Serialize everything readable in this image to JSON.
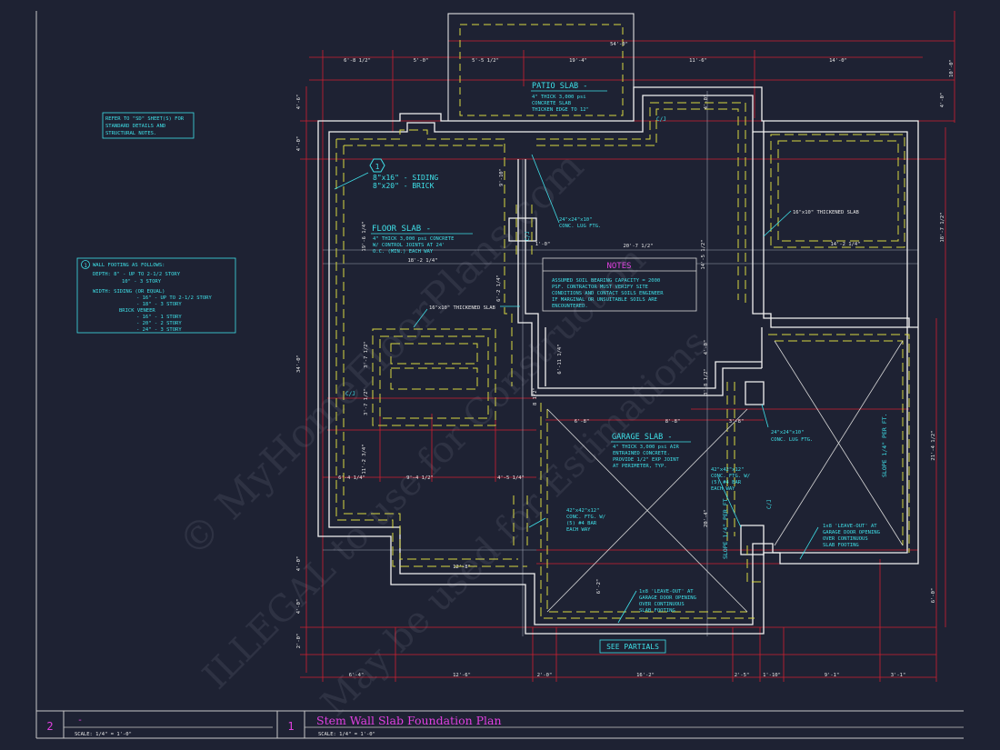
{
  "notes_ref": {
    "lines": [
      "REFER TO \"SD\" SHEET(S) FOR",
      "STANDARD DETAILS AND",
      "STRUCTURAL NOTES."
    ]
  },
  "wall_footing": {
    "title": "WALL FOOTING AS FOLLOWS:",
    "marker": "1",
    "lines": [
      "DEPTH:  8\" - UP TO 2-1/2 STORY",
      "10\" - 3 STORY",
      "WIDTH:  SIDING (OR EQUAL)",
      "- 16\" - UP TO 2-1/2 STORY",
      "- 18\" - 3 STORY",
      "BRICK VENEER",
      "- 16\" - 1 STORY",
      "- 20\" - 2 STORY",
      "- 24\" - 3 STORY"
    ]
  },
  "siding": {
    "marker": "1",
    "line1": "8\"x16\" - SIDING",
    "line2": "8\"x20\" - BRICK"
  },
  "patio_slab": {
    "title": "PATIO SLAB -",
    "lines": [
      "4\" THICK 3,000 psi",
      "CONCRETE SLAB",
      "THICKEN EDGE TO 12\""
    ]
  },
  "floor_slab": {
    "title": "FLOOR SLAB -",
    "lines": [
      "4\" THICK 3,000 psi CONCRETE",
      "W/ CONTROL JOINTS AT 24'",
      "O.C. (MIN.) EACH WAY"
    ]
  },
  "garage_slab": {
    "title": "GARAGE SLAB -",
    "lines": [
      "4\" THICK 3,000 psi AIR",
      "ENTRAINED CONCRETE.",
      "PROVIDE 1/2\" EXP JOINT",
      "AT PERIMETER, TYP."
    ]
  },
  "notes_box": {
    "title": "NOTES",
    "lines": [
      "ASSUMED SOIL BEARING CAPACITY = 2000",
      "PSF.  CONTRACTOR MUST VERIFY SITE",
      "CONDITIONS AND CONTACT SOILS ENGINEER",
      "IF MARGINAL OR UNSUITABLE SOILS ARE",
      "ENCOUNTERED."
    ]
  },
  "labels": {
    "conc_lug_1": [
      "24\"x24\"x10\"",
      "CONC. LUG FTG."
    ],
    "conc_lug_2": [
      "24\"x24\"x10\"",
      "CONC. LUG FTG."
    ],
    "thick_slab_1": "16\"x10\" THICKENED SLAB",
    "thick_slab_2": "16\"x10\" THICKENED SLAB",
    "ftg_left": [
      "42\"x42\"x12\"",
      "CONC. FTG. W/",
      "(5) #4 BAR",
      "EACH WAY"
    ],
    "ftg_right": [
      "42\"x42\"x12\"",
      "CONC. FTG. W/",
      "(5) #4 BAR",
      "EACH WAY"
    ],
    "leave_out_1": [
      "1x8 'LEAVE-OUT' AT",
      "GARAGE DOOR OPENING",
      "OVER CONTINUOUS",
      "SLAB FOOTING"
    ],
    "leave_out_2": [
      "1x8 'LEAVE-OUT' AT",
      "GARAGE DOOR OPENING",
      "OVER CONTINUOUS",
      "SLAB FOOTING"
    ],
    "slope_1": "SLOPE 1/4\" PER FT.",
    "slope_2": "SLOPE 1/4\" PER FT.",
    "see_partials": "SEE PARTIALS",
    "cj1": "C/J",
    "cj2": "C/J",
    "cj3": "C/J",
    "cj4": "C/J"
  },
  "dims": {
    "top": [
      "6'-8 1/2\"",
      "5'-0\"",
      "5'-5 1/2\"",
      "19'-4\"",
      "11'-6\"",
      "14'-0\""
    ],
    "top_overall": "54'-0\"",
    "bottom": [
      "6'-4\"",
      "12'-6\"",
      "2'-0\"",
      "16'-2\"",
      "2'-5\"",
      "1'-10\"",
      "9'-1\"",
      "3'-1\""
    ],
    "left": [
      "4'-6\"",
      "4'-0\"",
      "34'-0\"",
      "4'-0\"",
      "4'-0\"",
      "2'-0\""
    ],
    "right": [
      "10'-0\"",
      "4'-0\"",
      "18'-7 1/2\"",
      "21'-4 1/2\"",
      "6'-0\""
    ],
    "inner": [
      "18'-2 1/4\"",
      "20'-7 1/2\"",
      "14'-2 1/4\"",
      "19'-6 1/4\"",
      "14'-5 1/2\"",
      "9'-10\"",
      "6'-2 1/4\"",
      "6'-11 1/4\"",
      "3'-7 1/2\"",
      "3'-7 1/2\"",
      "6'-8\"",
      "8'-8\"",
      "3'-8\"",
      "1'-0\"",
      "6'-4 1/4\"",
      "9'-4 1/2\"",
      "4'-5 1/4\"",
      "11'-2 3/4\"",
      "12'-8\"",
      "20'-4\"",
      "6'-2\"",
      "3'-8 1/2\"",
      "8 1/2\"",
      "4'-0\"",
      "4'-0\""
    ]
  },
  "title_block": {
    "left_number": "2",
    "left_title": "-",
    "left_scale": "SCALE: 1/4\" = 1'-0\"",
    "right_number": "1",
    "right_title": "Stem Wall Slab Foundation Plan",
    "right_scale": "SCALE: 1/4\" = 1'-0\""
  },
  "watermark": [
    "© MyHomeFloorPlans.com",
    "ILLEGAL to use for Construction",
    "May be used for Estimations"
  ],
  "colors": {
    "background": "#1e2233",
    "wall": "#ffffff",
    "footing": "#d8d840",
    "dimension": "#e02030",
    "text": "#3fe0e8",
    "title": "#e040e0"
  }
}
